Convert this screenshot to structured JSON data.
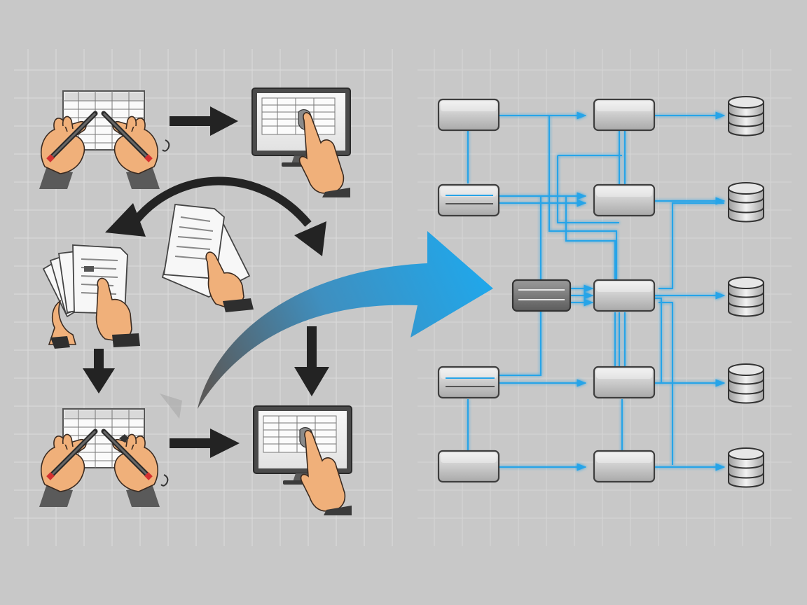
{
  "diagram": {
    "left_panel": {
      "stations": [
        {
          "kind": "manual-entry",
          "icon": "spreadsheet-pencils-icon"
        },
        {
          "kind": "computer-entry",
          "icon": "monitor-touch-icon"
        },
        {
          "kind": "paper-stack",
          "icon": "paper-stack-hand-icon"
        },
        {
          "kind": "single-document",
          "icon": "document-hand-icon"
        },
        {
          "kind": "manual-entry",
          "icon": "spreadsheet-pencils-icon"
        },
        {
          "kind": "computer-entry",
          "icon": "monitor-touch-icon"
        }
      ]
    },
    "transition_arrow": {
      "icon": "gradient-curved-arrow-icon",
      "from_color": "#5a5a5a",
      "to_color": "#1fa8ec"
    },
    "right_panel": {
      "node_color": "#b5b5b5",
      "hub_color": "#7a7a7a",
      "line_color": "#27a4e8",
      "database_icon": "database-cylinder-icon",
      "database_count": 5
    },
    "colors": {
      "background": "#c8c8c8",
      "grid": "#dcdcdc",
      "arrow_dark": "#232323",
      "skin": "#f0b07a",
      "sleeve": "#555555"
    }
  }
}
